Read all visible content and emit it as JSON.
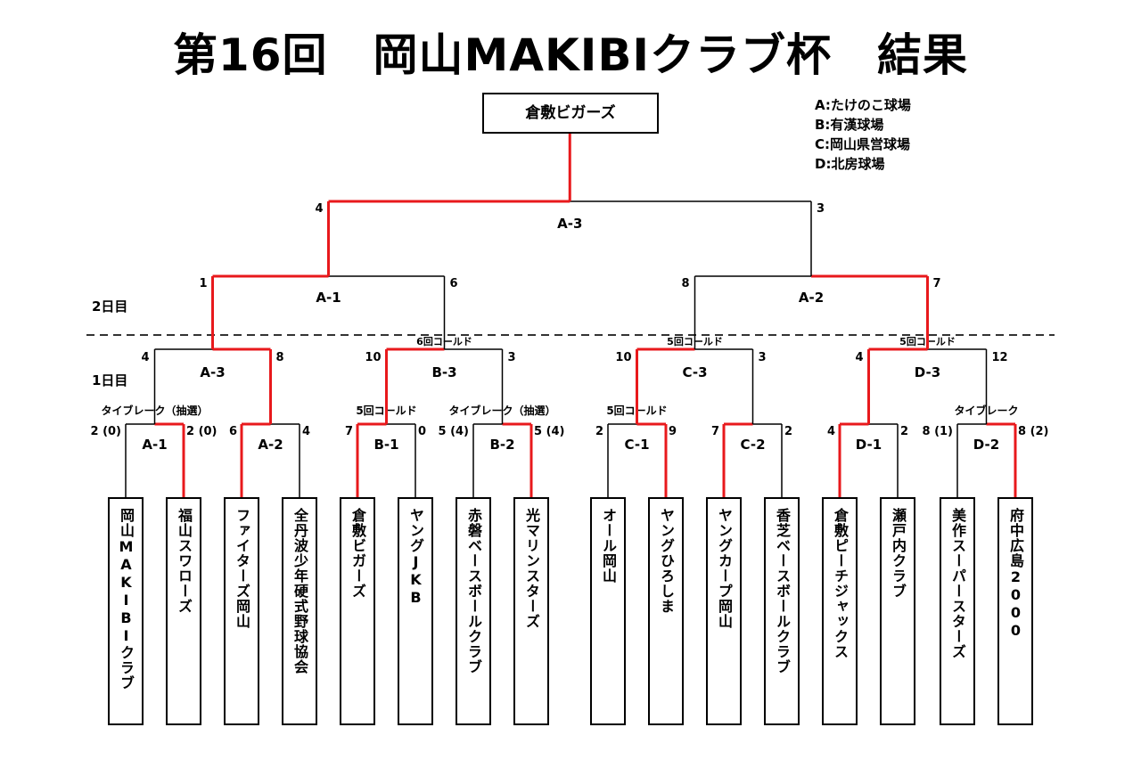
{
  "title": "第16回　岡山MAKIBIクラブ杯　結果",
  "champion": "倉敷ビガーズ",
  "legend": [
    "A:たけのこ球場",
    "B:有漢球場",
    "C:岡山県営球場",
    "D:北房球場"
  ],
  "day_labels": {
    "day2": "2日目",
    "day1": "1日目"
  },
  "teams": [
    "岡山MAKIBIクラブ",
    "福山スワローズ",
    "ファイターズ岡山",
    "全丹波少年硬式野球協会",
    "倉敷ビガーズ",
    "ヤングJKB",
    "赤磐ベースボールクラブ",
    "光マリンスターズ",
    "オール岡山",
    "ヤングひろしま",
    "ヤングカープ岡山",
    "香芝ベースボールクラブ",
    "倉敷ピーチジャックス",
    "瀬戸内クラブ",
    "美作スーパースターズ",
    "府中広島2000"
  ],
  "first_round": [
    {
      "game": "A-1",
      "left_score": "2 (0)",
      "right_score": "2 (0)",
      "note": "タイブレーク（抽選）",
      "winner": "right"
    },
    {
      "game": "A-2",
      "left_score": "6",
      "right_score": "4",
      "note": "",
      "winner": "left"
    },
    {
      "game": "B-1",
      "left_score": "7",
      "right_score": "0",
      "note": "5回コールド",
      "winner": "left"
    },
    {
      "game": "B-2",
      "left_score": "5 (4)",
      "right_score": "5 (4)",
      "note": "タイブレーク（抽選）",
      "winner": "right"
    },
    {
      "game": "C-1",
      "left_score": "2",
      "right_score": "9",
      "note": "5回コールド",
      "winner": "right"
    },
    {
      "game": "C-2",
      "left_score": "7",
      "right_score": "2",
      "note": "",
      "winner": "left"
    },
    {
      "game": "D-1",
      "left_score": "4",
      "right_score": "2",
      "note": "",
      "winner": "left"
    },
    {
      "game": "D-2",
      "left_score": "8 (1)",
      "right_score": "8 (2)",
      "note": "タイブレーク",
      "winner": "right"
    }
  ],
  "second_round": [
    {
      "game": "A-3",
      "left_score": "4",
      "right_score": "8",
      "note": "",
      "winner": "right"
    },
    {
      "game": "B-3",
      "left_score": "10",
      "right_score": "3",
      "note": "6回コールド",
      "winner": "left"
    },
    {
      "game": "C-3",
      "left_score": "10",
      "right_score": "3",
      "note": "5回コールド",
      "winner": "left"
    },
    {
      "game": "D-3",
      "left_score": "4",
      "right_score": "12",
      "note": "5回コールド",
      "winner": "left"
    }
  ],
  "semifinals": [
    {
      "game": "A-1",
      "left_score": "1",
      "right_score": "6",
      "winner": "left"
    },
    {
      "game": "A-2",
      "left_score": "8",
      "right_score": "7",
      "winner": "right"
    }
  ],
  "final": {
    "game": "A-3",
    "left_score": "4",
    "right_score": "3",
    "winner": "left"
  },
  "colors": {
    "winner_line": "#e8191c",
    "line": "#000000",
    "text": "#000000"
  }
}
